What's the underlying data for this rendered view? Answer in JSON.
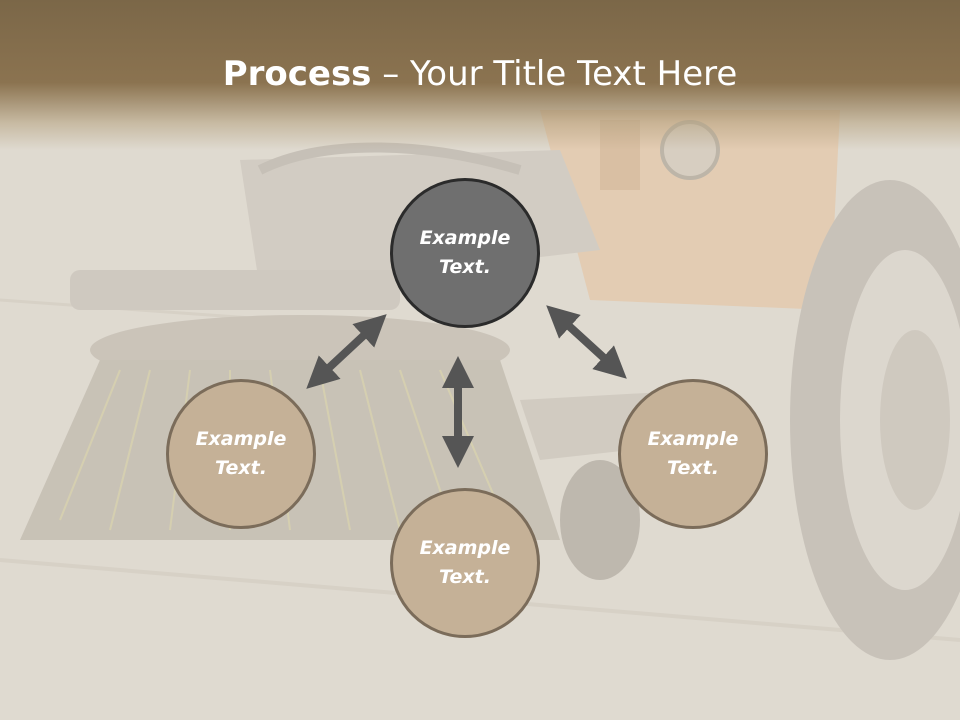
{
  "title": {
    "bold": "Process",
    "rest": " – Your Title Text Here"
  },
  "nodes": {
    "center": "Example\nText.",
    "left": "Example\nText.",
    "right": "Example\nText.",
    "bottom": "Example\nText."
  },
  "colors": {
    "title_band": "#84704e",
    "center_fill": "#6f6f6f",
    "node_fill": "#c5b197",
    "arrow": "#555555"
  }
}
